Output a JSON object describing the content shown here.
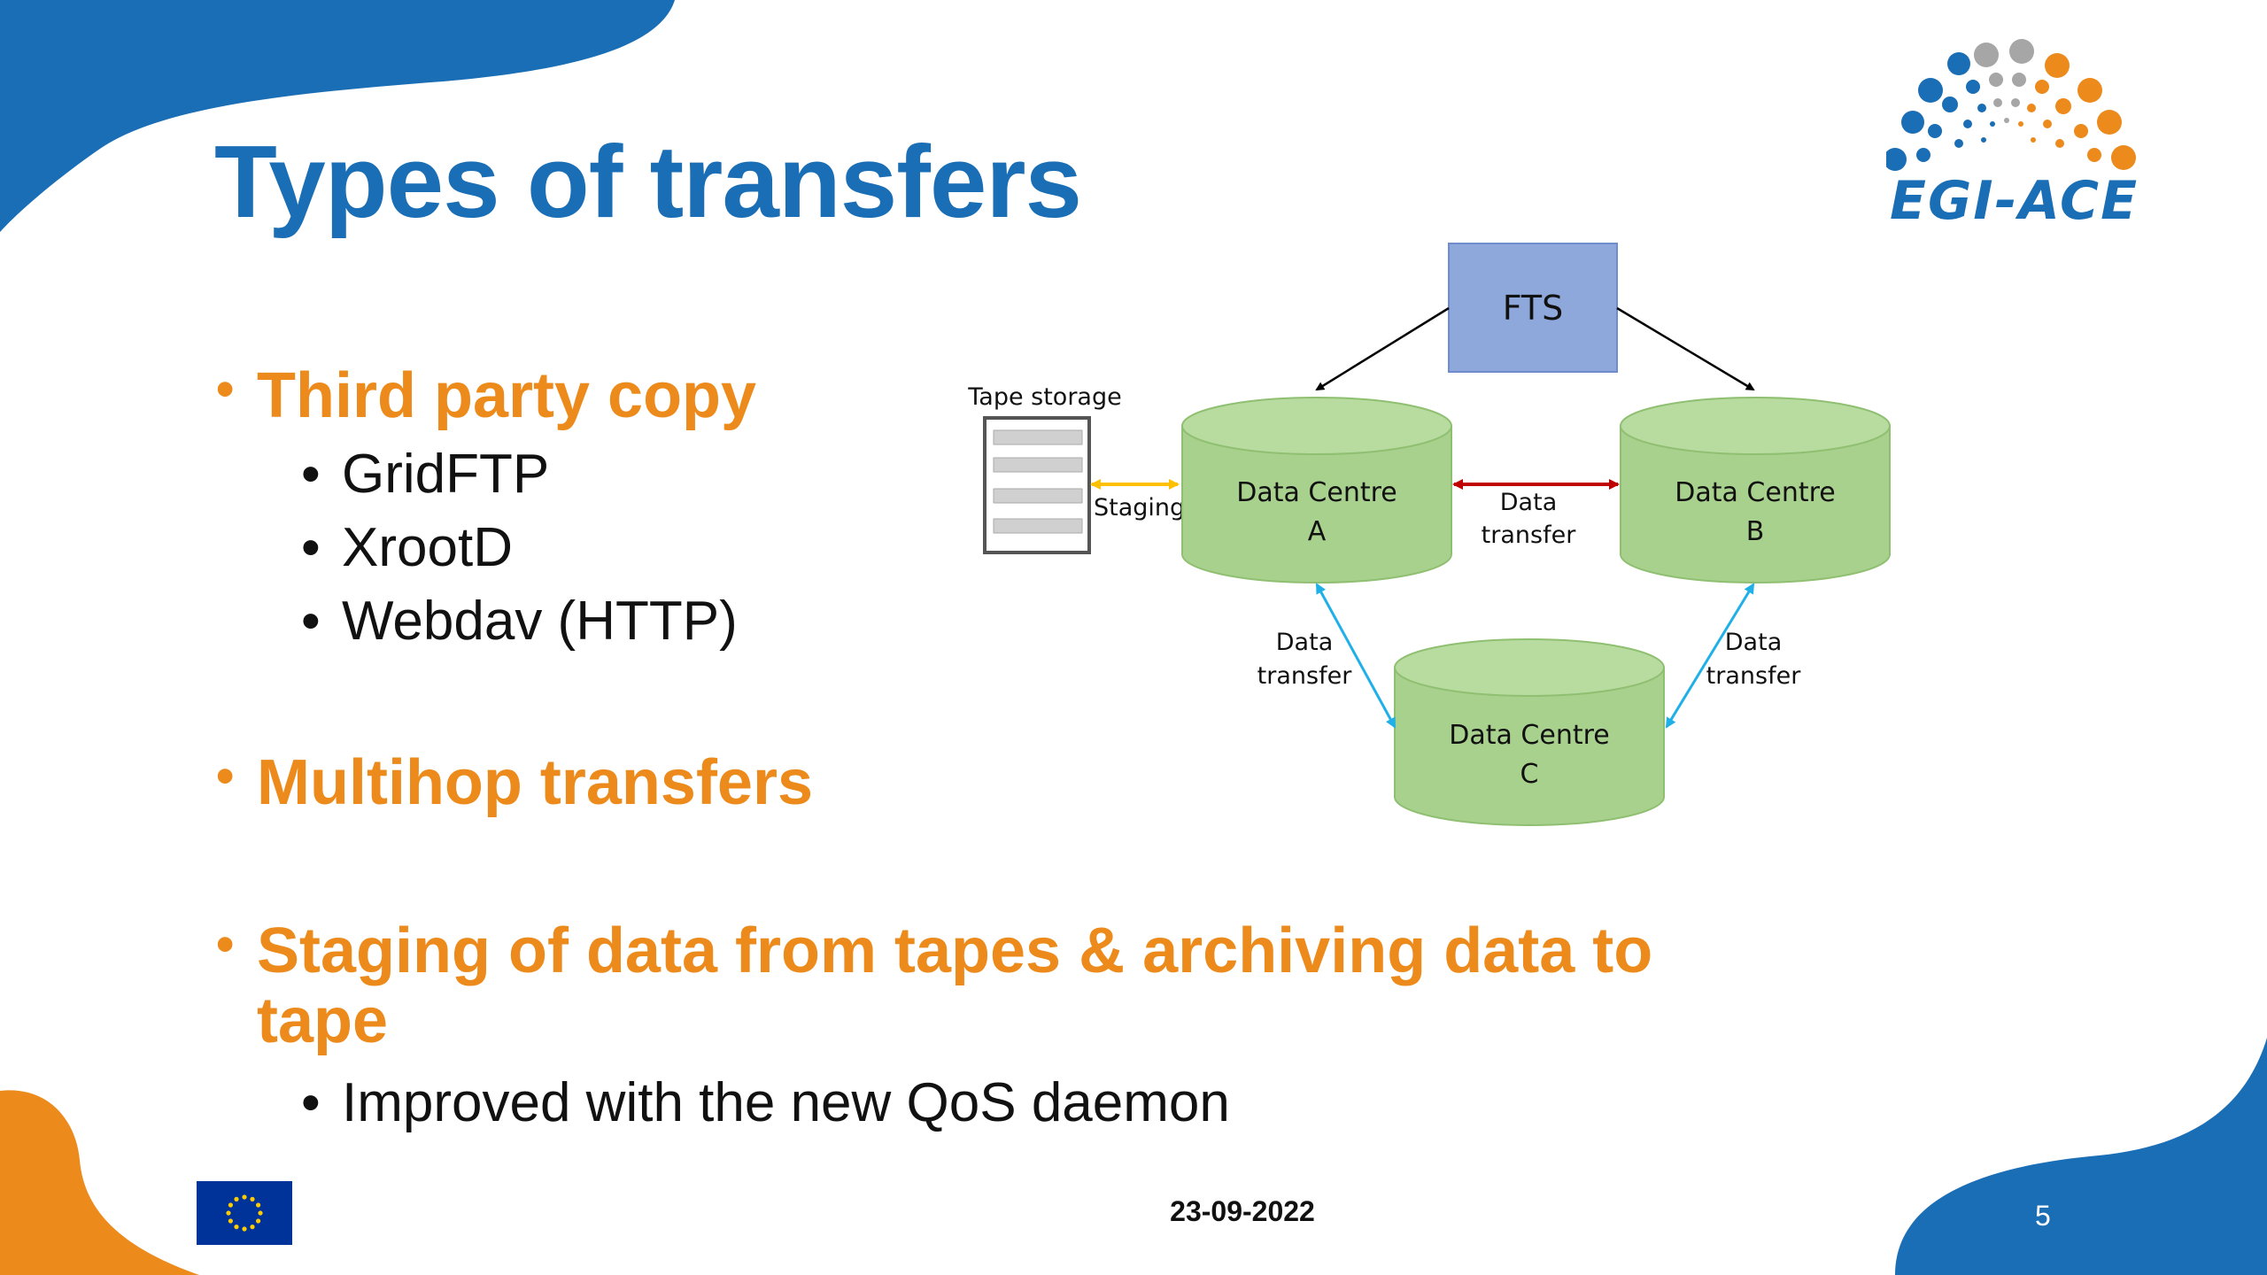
{
  "slide": {
    "title": "Types of transfers",
    "bullets": [
      {
        "text": "Third party copy",
        "sub": [
          "GridFTP",
          "XrootD",
          "Webdav (HTTP)"
        ]
      },
      {
        "text": "Multihop transfers",
        "sub": []
      },
      {
        "text": "Staging of data from tapes & archiving data to",
        "text2": "tape",
        "sub": [
          "Improved with the new QoS daemon"
        ]
      }
    ],
    "bullet_char": "•"
  },
  "diagram": {
    "fts_label": "FTS",
    "tape_label": "Tape storage",
    "staging_label": "Staging",
    "centre_a": [
      "Data Centre",
      "A"
    ],
    "centre_b": [
      "Data Centre",
      "B"
    ],
    "centre_c": [
      "Data Centre",
      "C"
    ],
    "transfer_label": [
      "Data",
      "transfer"
    ],
    "colors": {
      "fts_fill": "#8fa8dc",
      "cylinder_fill": "#a9d18e",
      "staging_arrow": "#ffc000",
      "ab_arrow": "#c00000",
      "c_arrows": "#20b0e8"
    }
  },
  "logo": {
    "text": "EGI-ACE",
    "colors": [
      "#1a6eb5",
      "#a6a6a6",
      "#ec8a1c"
    ]
  },
  "footer": {
    "date": "23-09-2022",
    "page_number": "5",
    "eu_flag": "eu-flag-icon"
  },
  "theme": {
    "blue": "#1a6eb5",
    "orange": "#ec8a1c"
  }
}
